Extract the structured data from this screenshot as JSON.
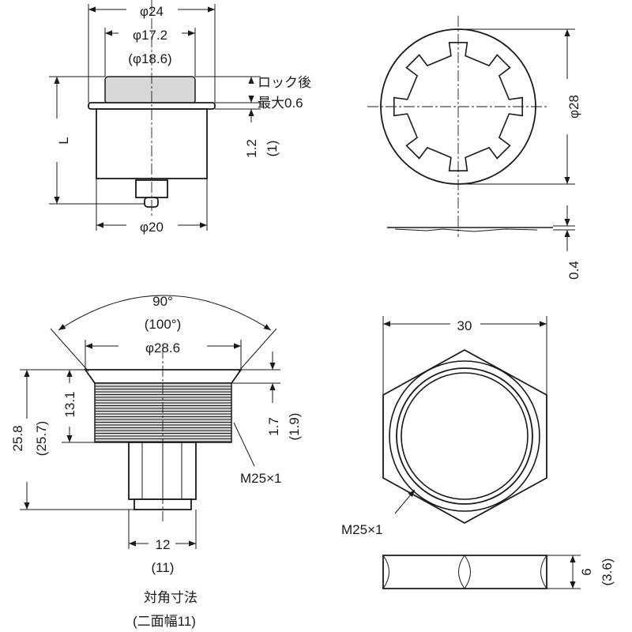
{
  "top_left": {
    "dia_outer": "φ24",
    "dia_inner": "φ17.2",
    "dia_inner_alt": "(φ18.6)",
    "lock_note_1": "ロック後",
    "lock_note_2": "最大0.6",
    "length": "L",
    "flange_thickness": "1.2",
    "flange_thickness_alt": "(1)",
    "dia_body": "φ20"
  },
  "top_right": {
    "washer_dia": "φ28",
    "washer_thickness": "0.4"
  },
  "bottom_left": {
    "angle": "90°",
    "angle_alt": "(100°)",
    "flange_dia": "φ28.6",
    "total_height": "25.8",
    "total_height_alt": "(25.7)",
    "thread_length": "13.1",
    "flange_height": "1.7",
    "flange_height_alt": "(1.9)",
    "thread": "M25×1",
    "shaft_width": "12",
    "shaft_width_alt": "(11)",
    "note_1": "対角寸法",
    "note_2": "(二面幅11)"
  },
  "bottom_right": {
    "nut_width": "30",
    "thread": "M25×1",
    "nut_height": "6",
    "nut_height_alt": "(3.6)"
  }
}
